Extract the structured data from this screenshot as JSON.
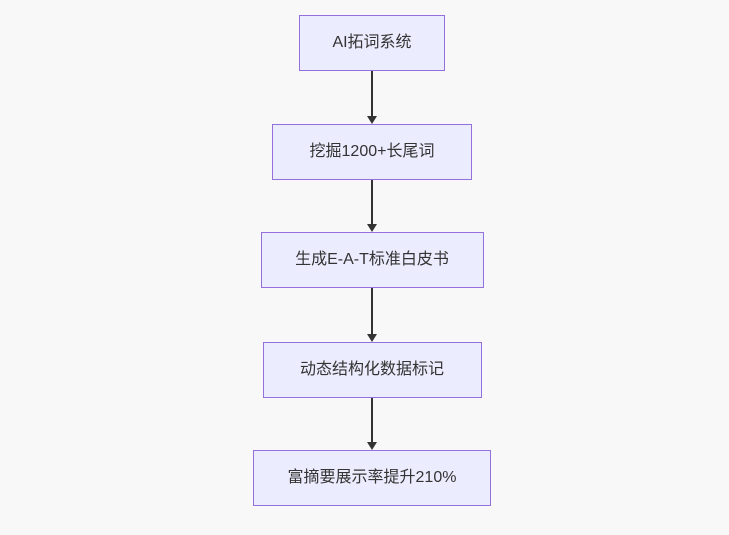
{
  "colors": {
    "bg": "#f8f8f8",
    "node-fill": "#ECECFF",
    "node-border": "#9370DB",
    "arrow": "#333333",
    "text": "#333333"
  },
  "flowchart": {
    "type": "flowchart-top-down",
    "nodes": [
      {
        "label": "AI拓词系统"
      },
      {
        "label": "挖掘1200+长尾词"
      },
      {
        "label": "生成E-A-T标准白皮书"
      },
      {
        "label": "动态结构化数据标记"
      },
      {
        "label": "富摘要展示率提升210%"
      }
    ],
    "edges": [
      {
        "from": 0,
        "to": 1
      },
      {
        "from": 1,
        "to": 2
      },
      {
        "from": 2,
        "to": 3
      },
      {
        "from": 3,
        "to": 4
      }
    ]
  }
}
